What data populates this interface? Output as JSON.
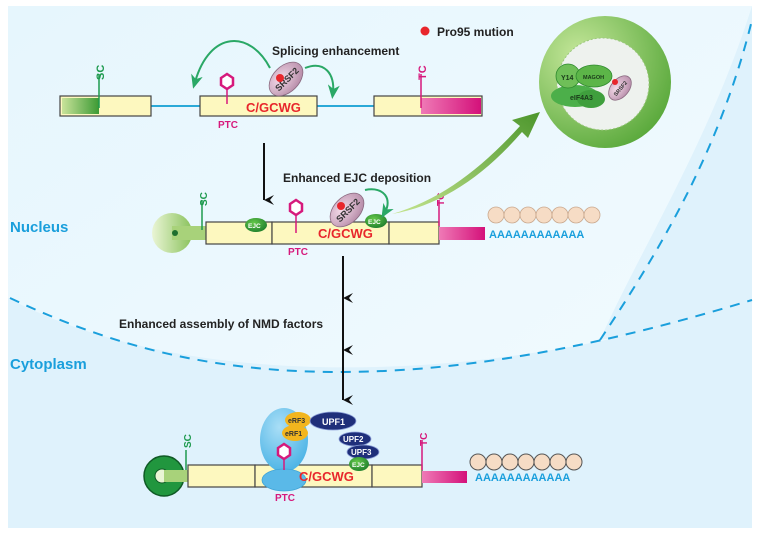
{
  "legend": {
    "mutation_label": "Pro95 mution"
  },
  "regions": {
    "nucleus": "Nucleus",
    "cytoplasm": "Cytoplasm"
  },
  "steps": {
    "splicing": "Splicing enhancement",
    "ejc_deposition": "Enhanced EJC deposition",
    "nmd_assembly": "Enhanced assembly of NMD factors"
  },
  "labels": {
    "sc": "SC",
    "tc": "TC",
    "ptc": "PTC",
    "motif": "C/GCWG",
    "srsf2": "SRSF2",
    "ejc": "EJC",
    "polyA": "AAAAAAAAAAAA"
  },
  "ejc_complex": {
    "y14": "Y14",
    "magoh": "MAGOH",
    "eif4a3": "eIF4A3",
    "srsf2": "SRSF2"
  },
  "nmd_factors": {
    "erf3": "eRF3",
    "erf1": "eRF1",
    "upf1": "UPF1",
    "upf2": "UPF2",
    "upf3": "UPF3"
  },
  "colors": {
    "exon_fill": "#fdf8bf",
    "intron_line": "#2aa9d8",
    "sc_green": "#1e9a4e",
    "tc_magenta": "#d6197c",
    "motif_red": "#e8262c",
    "region_blue": "#1a9fdc",
    "ejc_green": "#2e9e3a",
    "upf_navy": "#1f2f7a",
    "erf_yellow": "#f2b51e",
    "ribosome_blue": "#7ecbef",
    "pab_beige": "#f6dcc5"
  }
}
